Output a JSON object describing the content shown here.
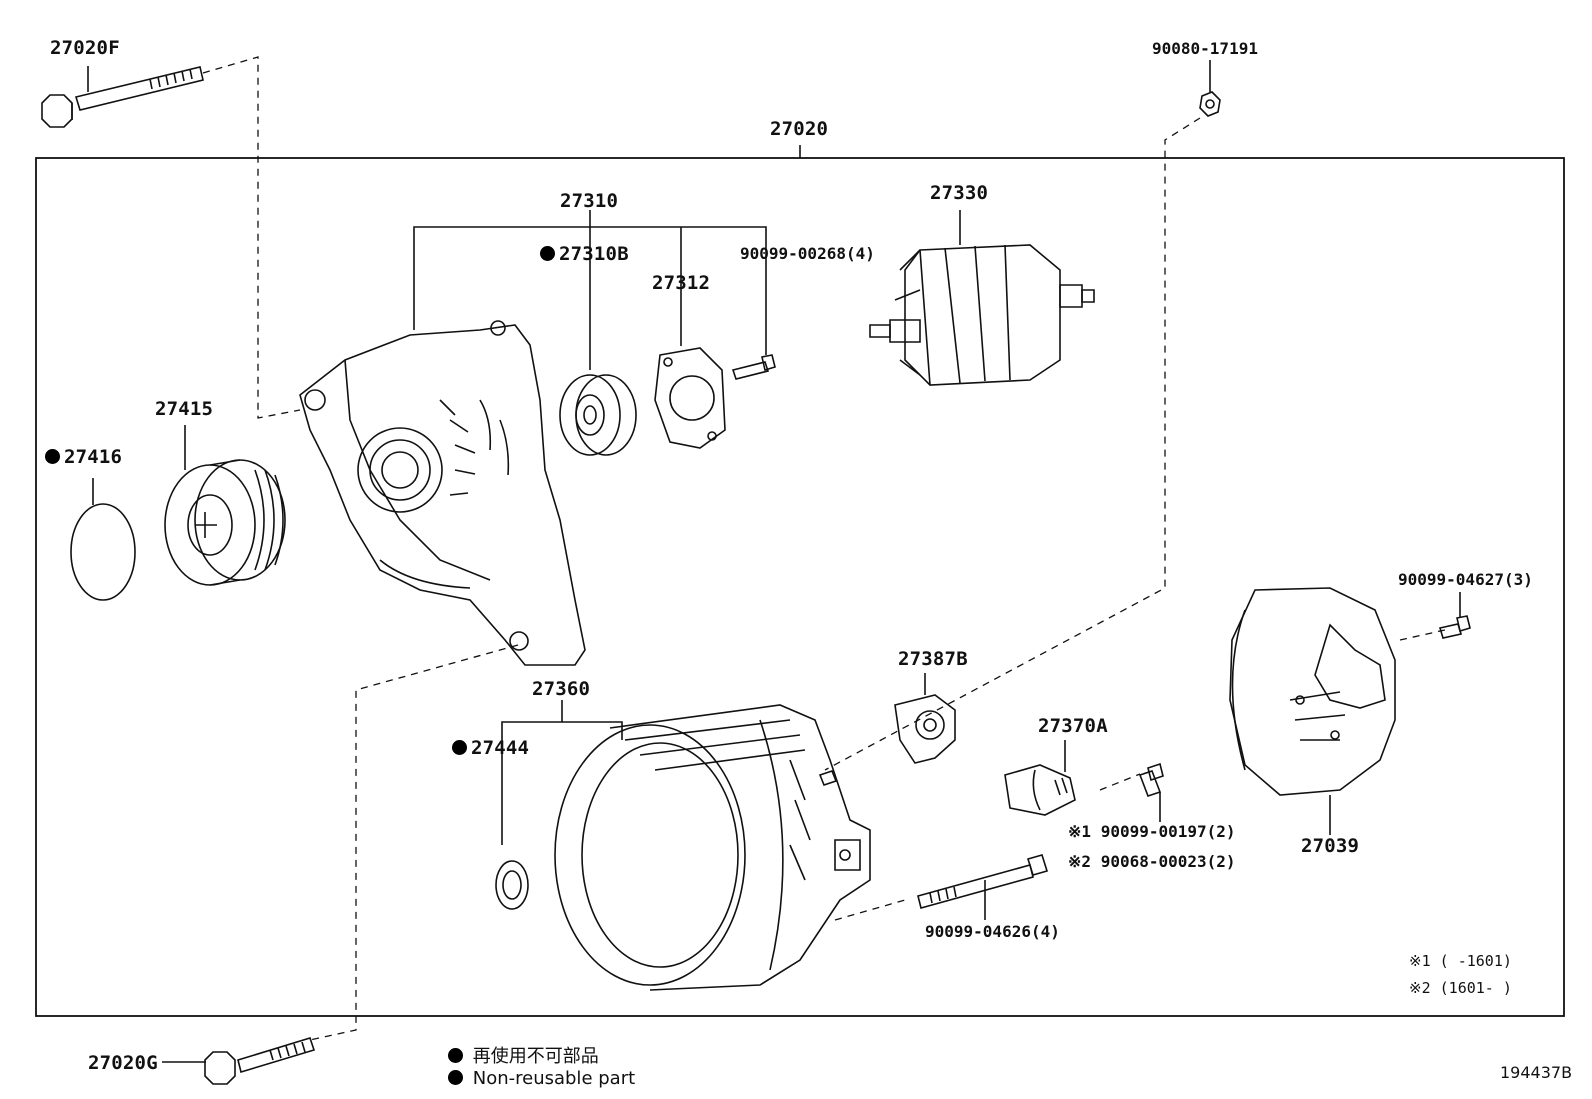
{
  "part_labels": {
    "p27020F": "27020F",
    "p90080_17191": "90080-17191",
    "p27020": "27020",
    "p27310": "27310",
    "p27330": "27330",
    "p27310B": "27310B",
    "p90099_00268": "90099-00268(4)",
    "p27312": "27312",
    "p27415": "27415",
    "p27416": "27416",
    "p90099_04627": "90099-04627(3)",
    "p27387B": "27387B",
    "p27360": "27360",
    "p27370A": "27370A",
    "p27444": "27444",
    "p90099_00197": "90099-00197(2)",
    "p90068_00023": "90068-00023(2)",
    "p27039": "27039",
    "p90099_04626": "90099-04626(4)",
    "p27020G": "27020G"
  },
  "markers": {
    "m1": "※1",
    "m2": "※2"
  },
  "notes": {
    "note1": "※1 (      -1601)",
    "note2": "※2 (1601-      )"
  },
  "legend": {
    "jp": "再使用不可部品",
    "en": "Non-reusable part"
  },
  "figure_id": "194437B"
}
